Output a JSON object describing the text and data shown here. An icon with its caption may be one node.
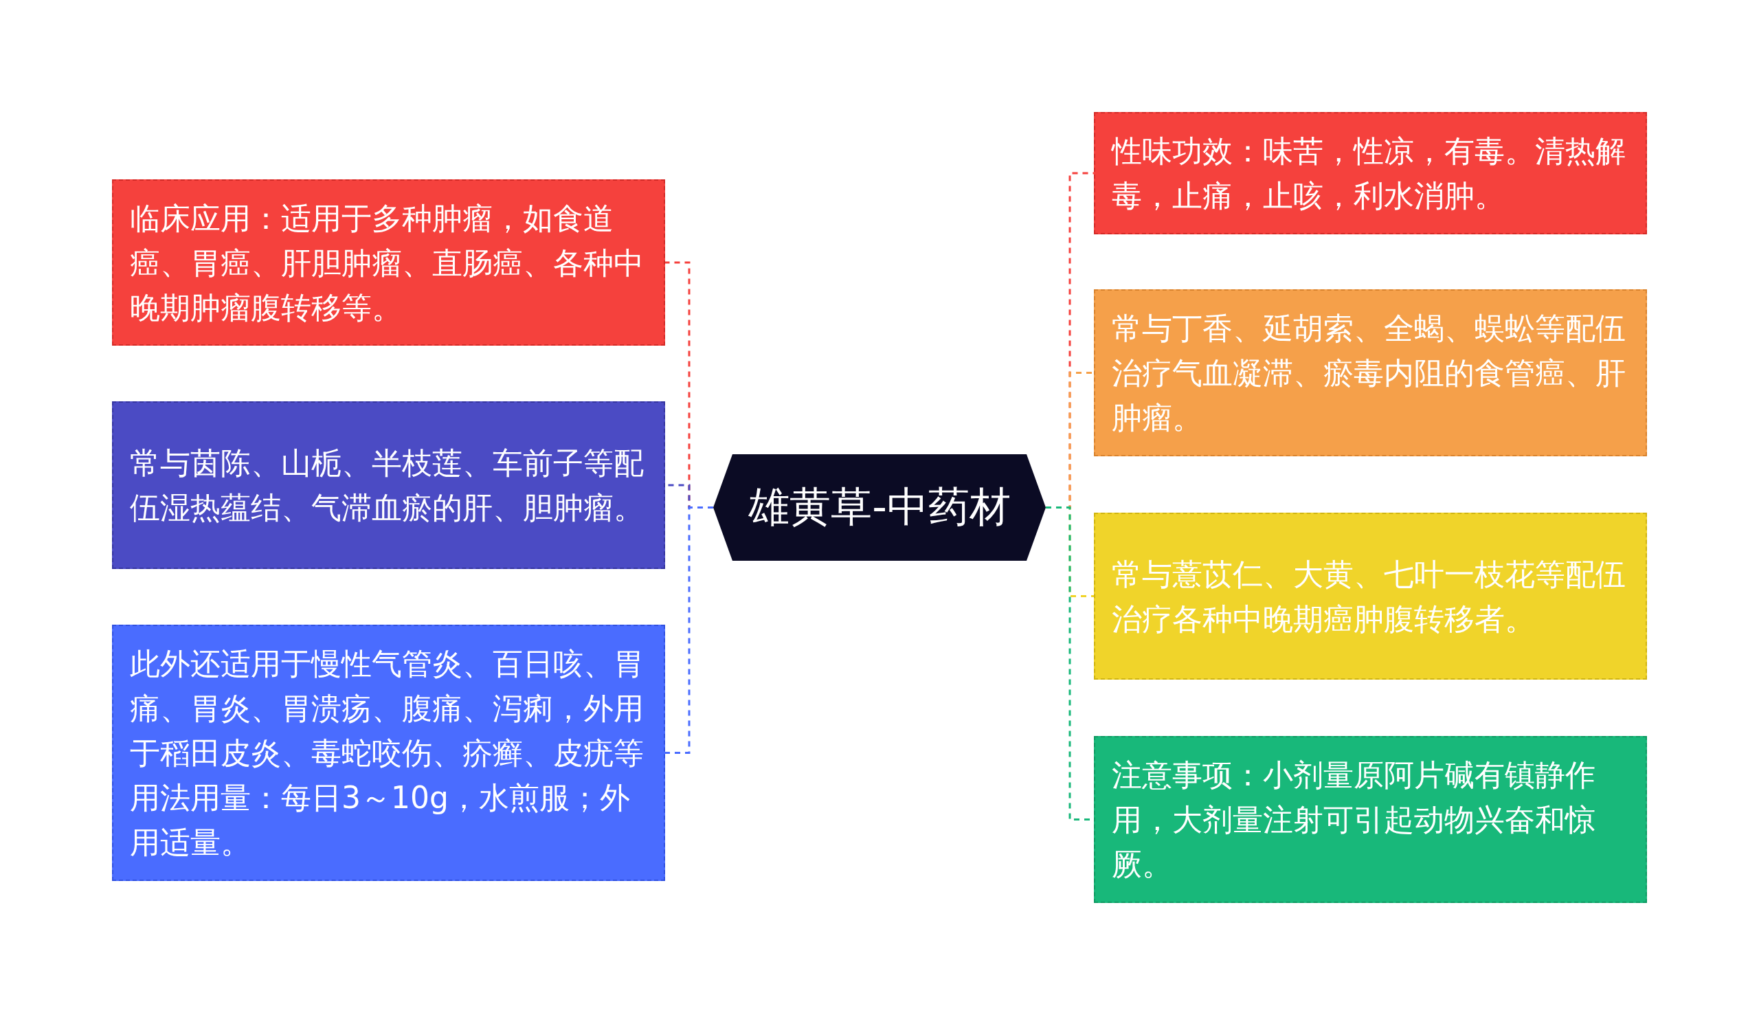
{
  "diagram": {
    "nodes": [
      {
        "text": [
          "雄黄草-中药材"
        ]
      },
      {
        "text": [
          "临床应用：适用于多种肿瘤，如食道癌、胃癌、肝胆肿瘤、直肠癌、各种中晚期肿瘤腹转移等。"
        ]
      },
      {
        "text": [
          "常与茵陈、山栀、半枝莲、车前子等配伍湿热蕴结、气滞血瘀的肝、胆肿瘤。"
        ]
      },
      {
        "text": [
          "此外还适用于慢性气管炎、百日咳、胃痛、胃炎、胃溃疡、腹痛、泻痢，外用于稻田皮炎、毒蛇咬伤、疥癣、皮疣等用法用量：每日3～10g，水煎服；外用适量。"
        ]
      },
      {
        "text": [
          "性味功效：味苦，性凉，有毒。清热解毒，止痛，止咳，利水消肿。"
        ]
      },
      {
        "text": [
          "常与丁香、延胡索、全蝎、蜈蚣等配伍治疗气血凝滞、瘀毒内阻的食管癌、肝肿瘤。"
        ]
      },
      {
        "text": [
          "常与薏苡仁、大黄、七叶一枝花等配伍治疗各种中晚期癌肿腹转移者。"
        ]
      },
      {
        "text": [
          "注意事项：小剂量原阿片碱有镇静作用，大剂量注射可引起动物兴奋和惊厥。"
        ]
      }
    ],
    "edges": [
      {
        "from": 0,
        "to": 1,
        "arrow": "none",
        "style": "dashed",
        "color": "#f5413d"
      },
      {
        "from": 0,
        "to": 2,
        "arrow": "none",
        "style": "dashed",
        "color": "#4b4bc4"
      },
      {
        "from": 0,
        "to": 3,
        "arrow": "none",
        "style": "dashed",
        "color": "#4a6cff"
      },
      {
        "from": 0,
        "to": 4,
        "arrow": "none",
        "style": "dashed",
        "color": "#f5413d"
      },
      {
        "from": 0,
        "to": 5,
        "arrow": "none",
        "style": "dashed",
        "color": "#f5a04a"
      },
      {
        "from": 0,
        "to": 6,
        "arrow": "none",
        "style": "dashed",
        "color": "#f0d42a"
      },
      {
        "from": 0,
        "to": 7,
        "arrow": "none",
        "style": "dashed",
        "color": "#18b87a"
      }
    ]
  }
}
